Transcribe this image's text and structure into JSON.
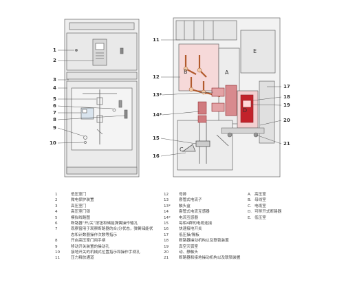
{
  "callouts_left": [
    "1",
    "2",
    "3",
    "4",
    "5",
    "6",
    "7",
    "8",
    "9",
    "10"
  ],
  "callouts_right": [
    "11",
    "12",
    "13*",
    "14*",
    "15",
    "16",
    "17",
    "18",
    "19",
    "20",
    "21"
  ],
  "compartments": [
    "A",
    "B",
    "C",
    "D",
    "E"
  ],
  "legend_col1": [
    {
      "num": "1",
      "text": "低压室门"
    },
    {
      "num": "2",
      "text": "微电保护装置"
    },
    {
      "num": "3",
      "text": "高压室门"
    },
    {
      "num": "4",
      "text": "高压室门锁"
    },
    {
      "num": "5",
      "text": "模拟线路图"
    },
    {
      "num": "6",
      "text": "断路器“开/关”按钮和储能弹簧操作输孔"
    },
    {
      "num": "7",
      "text": "观察窗用于观察断路器的合/分状态，弹簧储能状态和计数器操作次数等指示"
    },
    {
      "num": "8",
      "text": "开启高压室门用手柄"
    },
    {
      "num": "9",
      "text": "移动开关装置的操动孔"
    },
    {
      "num": "10",
      "text": "接地开关的机械式位置指示和操作手柄孔"
    },
    {
      "num": "11",
      "text": "压力释放通道"
    }
  ],
  "legend_col2": [
    {
      "num": "12",
      "text": "母排"
    },
    {
      "num": "13",
      "text": "套管式电流子"
    },
    {
      "num": "13*",
      "text": "触头盒"
    },
    {
      "num": "14",
      "text": "套管式电流互感器"
    },
    {
      "num": "14*",
      "text": "电流互感器"
    },
    {
      "num": "15",
      "text": "每相4群的电缆连接"
    },
    {
      "num": "16",
      "text": "快速接地开关"
    },
    {
      "num": "17",
      "text": "低压操/隔板"
    },
    {
      "num": "18",
      "text": "断路器操动机构以及联锁装置"
    },
    {
      "num": "19",
      "text": "真空灭弧室"
    },
    {
      "num": "20",
      "text": "动、静触头"
    },
    {
      "num": "21",
      "text": "断路器和接地操动机构以及联锁装置"
    }
  ],
  "legend_col3": [
    {
      "num": "A.",
      "text": "高压室"
    },
    {
      "num": "B.",
      "text": "母线室"
    },
    {
      "num": "C.",
      "text": "电缆室"
    },
    {
      "num": "D.",
      "text": "可移开式断路器"
    },
    {
      "num": "E.",
      "text": "低压室"
    }
  ],
  "colors": {
    "line": "#666666",
    "panel": "#e6e6e6",
    "pink": "#f3cfd0",
    "copper": "#c9774a",
    "red": "#c2232b"
  }
}
